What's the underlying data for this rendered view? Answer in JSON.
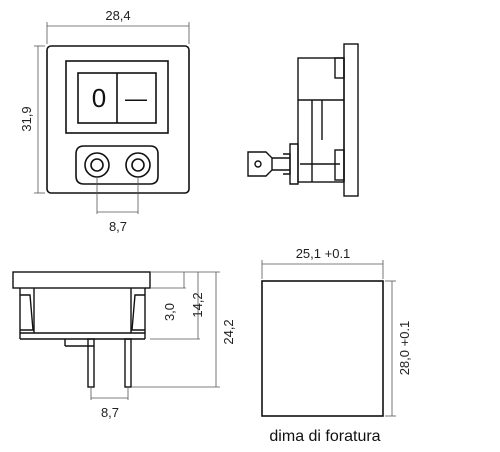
{
  "front_view": {
    "width_label": "28,4",
    "height_label": "31,9",
    "switch_off_symbol": "0",
    "switch_on_symbol": "—",
    "pin_spacing_label": "8,7"
  },
  "bottom_view": {
    "flange_height_label": "3,0",
    "body_height_label": "14,2",
    "total_height_label": "24,2",
    "pin_spacing_label": "8,7"
  },
  "cutout": {
    "width_label": "25,1 +0.1",
    "height_label": "28,0 +0.1",
    "caption": "dima di foratura"
  }
}
